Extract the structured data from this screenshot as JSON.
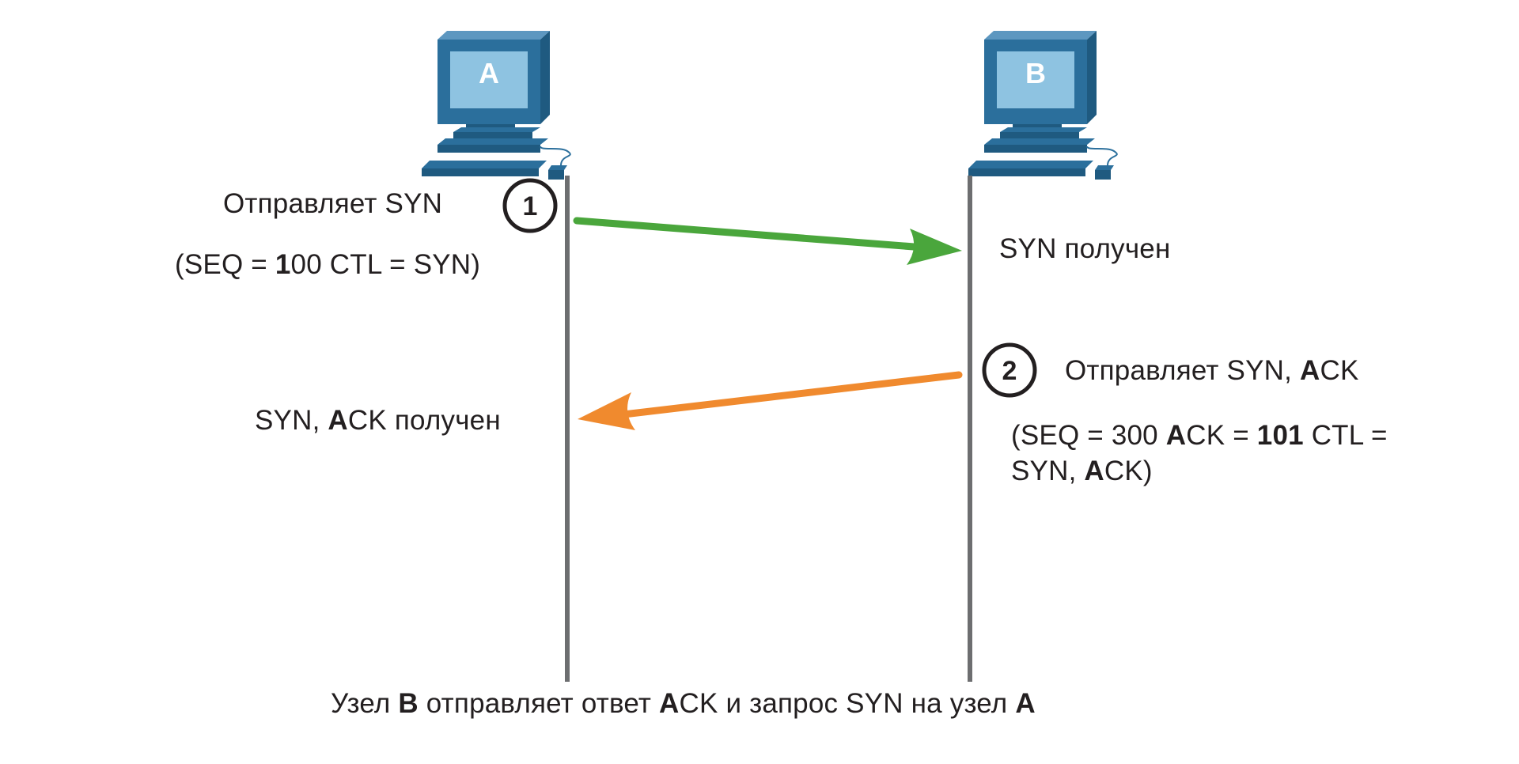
{
  "hosts": [
    {
      "id": "A",
      "label": "A"
    },
    {
      "id": "B",
      "label": "B"
    }
  ],
  "steps": [
    {
      "number": "1"
    },
    {
      "number": "2"
    }
  ],
  "left": {
    "send_syn": "Отправляет SYN",
    "seq_open": "(SEQ = ",
    "seq_one": "1",
    "seq_rest": "00 CTL = SYN)",
    "synack_prefix": "SYN, ",
    "synack_a": "A",
    "synack_rest": "CK получен"
  },
  "right": {
    "syn_received": "SYN получен",
    "send_prefix": "Отправляет SYN, ",
    "send_a": "A",
    "send_ck": "CK",
    "line1_open": "(SEQ = 300 ",
    "line1_a": "A",
    "line1_ck": "CK = ",
    "line1_ack_num": "101",
    "line1_rest": " CTL =",
    "line2_prefix": "SYN, ",
    "line2_a": "A",
    "line2_rest": "CK)"
  },
  "caption": {
    "part1": "Узел ",
    "b": "B",
    "part2": " отправляет ответ ",
    "a": "A",
    "part3": "CK и запрос SYN на узел ",
    "a2": "A"
  },
  "colors": {
    "computer_dark": "#1f5a80",
    "computer_mid": "#2b6f9c",
    "screen": "#8ec3e1",
    "timeline": "#6d6e70",
    "arrow_green": "#4aa63c",
    "arrow_orange": "#f08a2e"
  }
}
